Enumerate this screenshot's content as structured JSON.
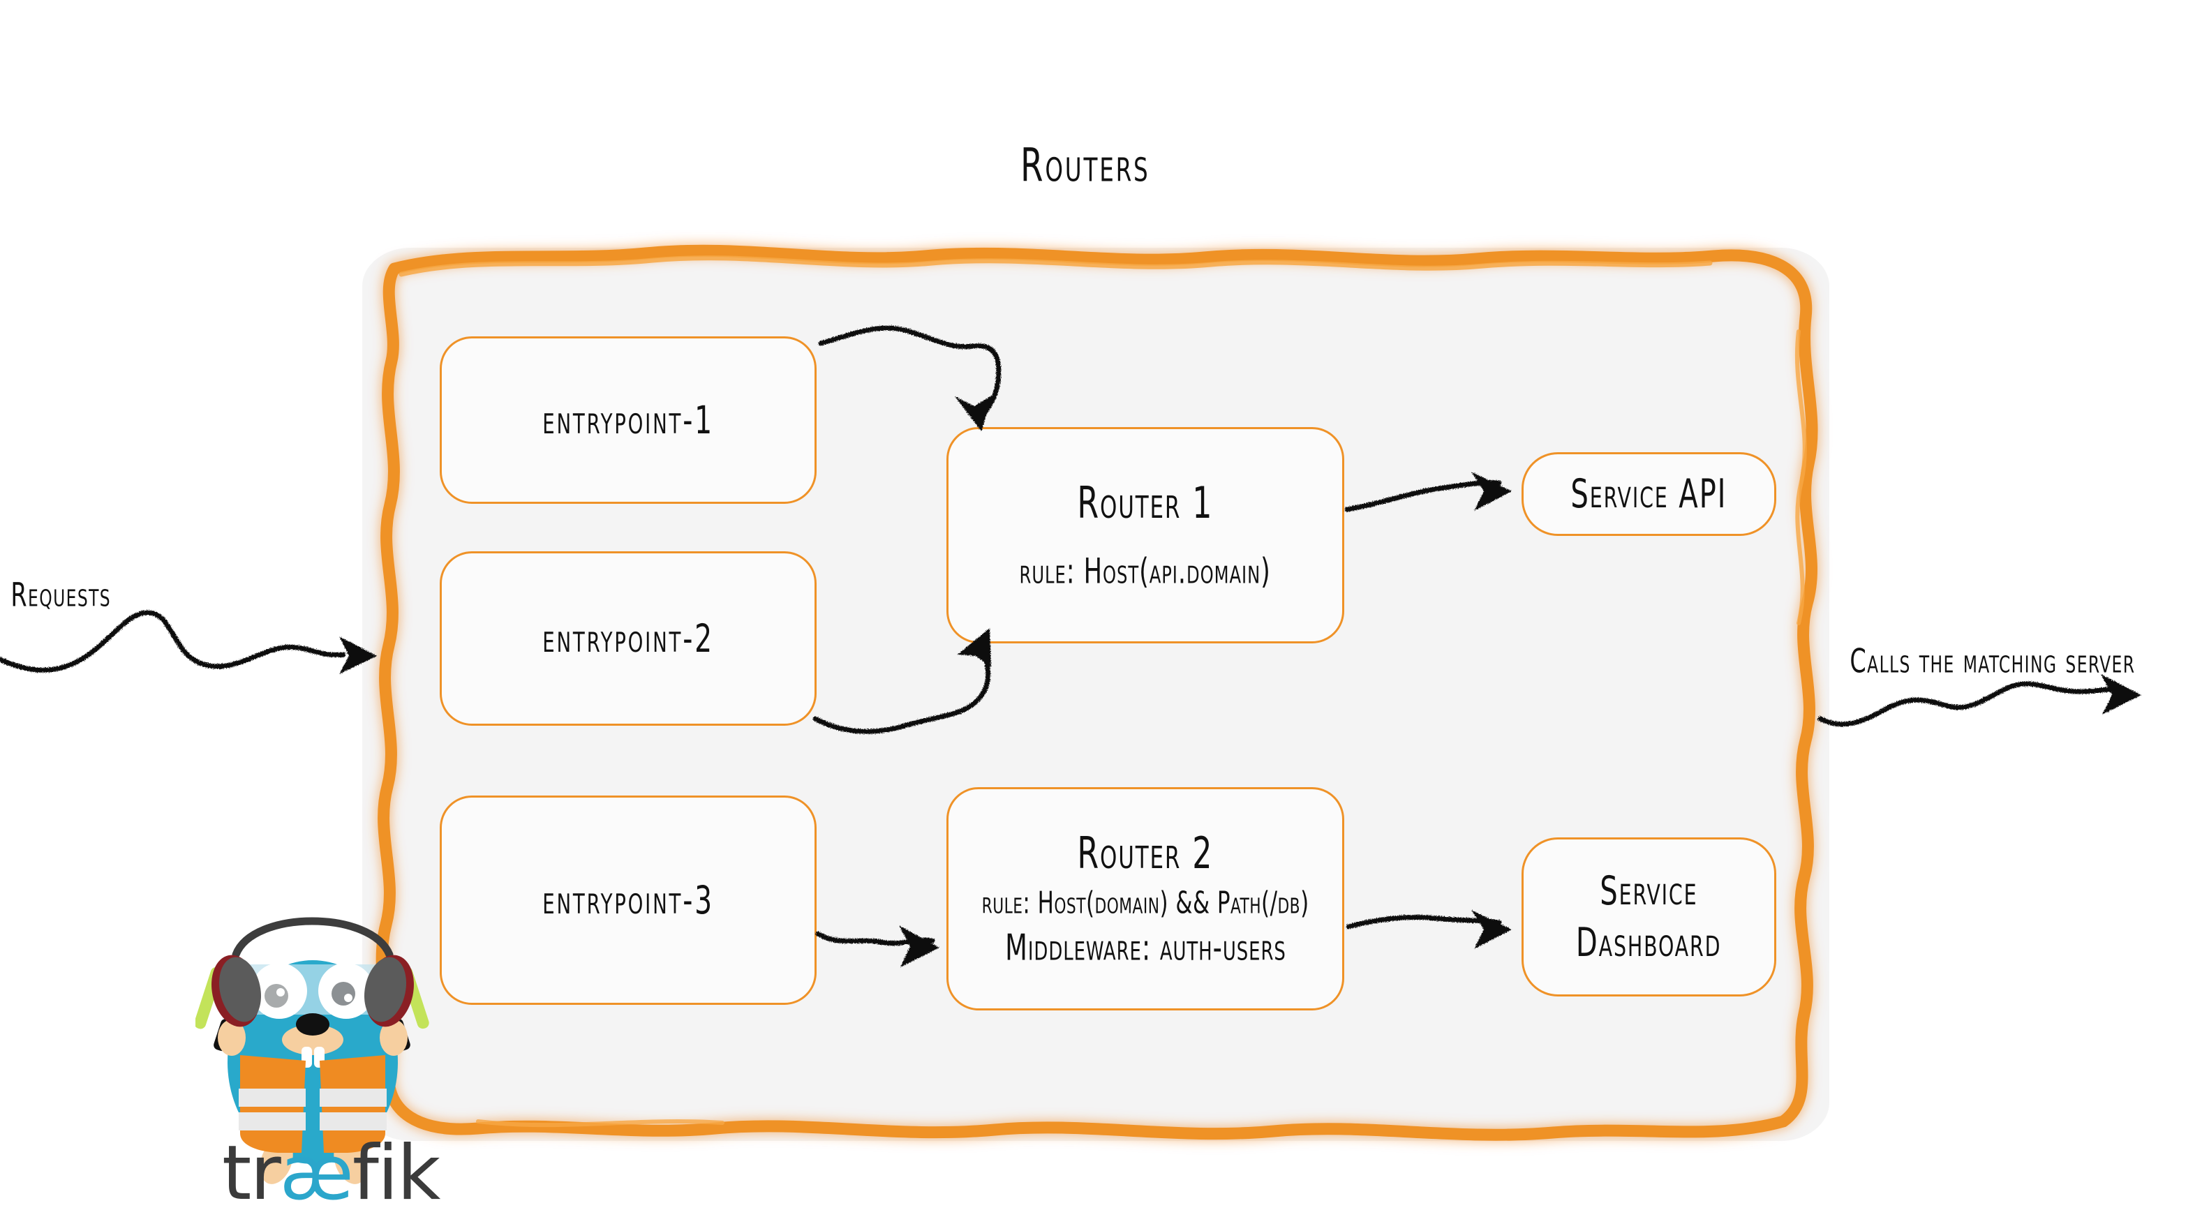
{
  "diagram": {
    "title": "Routers",
    "container_fill": "#f4f4f4",
    "accent_color": "#ef9227",
    "ink_color": "#111111"
  },
  "left": {
    "requests_label": "Requests",
    "arrow_icon": "squiggly-arrow-right-icon"
  },
  "right": {
    "calls_label": "Calls the matching server",
    "arrow_icon": "squiggly-arrow-right-icon"
  },
  "entrypoints": [
    {
      "label": "entrypoint-1"
    },
    {
      "label": "entrypoint-2"
    },
    {
      "label": "entrypoint-3"
    }
  ],
  "routers": [
    {
      "title": "Router 1",
      "rule": "rule: Host(api.domain)",
      "middleware": ""
    },
    {
      "title": "Router 2",
      "rule": "rule: Host(domain) && Path(/db)",
      "middleware": "Middleware: auth-users"
    }
  ],
  "services": [
    {
      "label": "Service API",
      "line1": "Service API",
      "line2": ""
    },
    {
      "label": "Service Dashboard",
      "line1": "Service",
      "line2": "Dashboard"
    }
  ],
  "brand": {
    "wordmark_prefix": "tr",
    "wordmark_ligature": "æ",
    "wordmark_suffix": "fik",
    "mascot": "traefik-gopher-mascot",
    "body_color": "#29a9cb",
    "vest_color": "#ef8b22",
    "wand_color": "#c3e35a",
    "ligature_color": "#2ba6cb",
    "wordmark_color": "#3b3b3b"
  }
}
